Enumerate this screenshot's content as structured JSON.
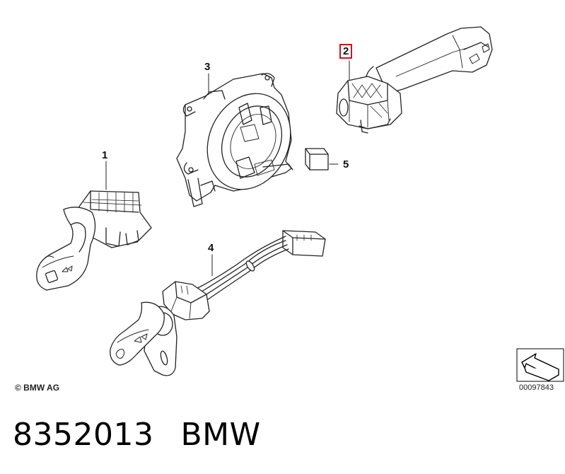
{
  "diagram": {
    "callouts": [
      {
        "id": "1",
        "label": "1",
        "part": "left stalk switch"
      },
      {
        "id": "2",
        "label": "2",
        "part": "right stalk switch",
        "highlighted": true
      },
      {
        "id": "3",
        "label": "3",
        "part": "steering column switch housing"
      },
      {
        "id": "4",
        "label": "4",
        "part": "stalk switch with cable harness"
      },
      {
        "id": "5",
        "label": "5",
        "part": "small block"
      }
    ],
    "highlight_color": "#d0141c",
    "copyright": "© BMW AG",
    "drawing_code": "00097843"
  },
  "footer": {
    "part_number": "8352013",
    "brand": "BMW"
  }
}
